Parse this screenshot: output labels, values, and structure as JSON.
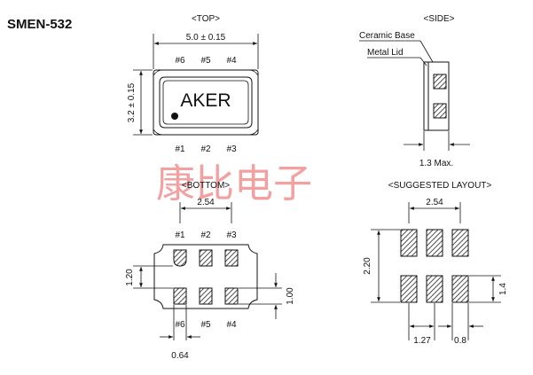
{
  "part_number": "SMEN-532",
  "watermark": "康比电子",
  "top_view": {
    "heading": "<TOP>",
    "width_dim": "5.0 ± 0.15",
    "height_dim": "3.2 ± 0.15",
    "brand": "AKER",
    "pins_top": [
      "#6",
      "#5",
      "#4"
    ],
    "pins_bottom": [
      "#1",
      "#2",
      "#3"
    ]
  },
  "side_view": {
    "heading": "<SIDE>",
    "ceramic_base_label": "Ceramic Base",
    "metal_lid_label": "Metal Lid",
    "thickness_dim": "1.3 Max."
  },
  "bottom_view": {
    "heading": "<BOTTOM>",
    "pitch_dim": "2.54",
    "pins_top": [
      "#1",
      "#2",
      "#3"
    ],
    "pins_bottom": [
      "#6",
      "#5",
      "#4"
    ],
    "row_spacing_dim": "1.20",
    "pad_length_dim": "1.00",
    "pad_width_dim": "0.64"
  },
  "layout_view": {
    "heading": "<SUGGESTED LAYOUT>",
    "pitch_dim": "2.54",
    "outer_height_dim": "2.20",
    "pad_length_dim": "1.4",
    "spacing_dim": "1.27",
    "pad_width_dim": "0.8"
  }
}
